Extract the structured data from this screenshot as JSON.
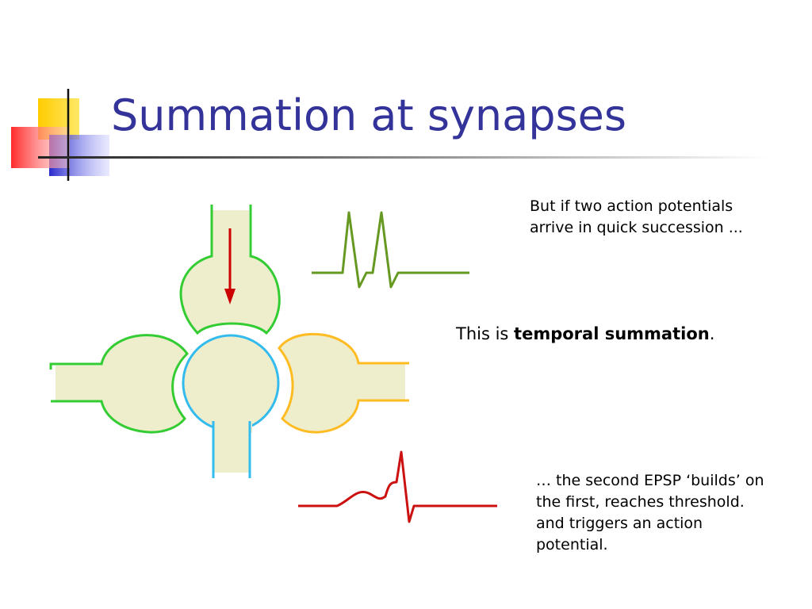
{
  "title": "Summation at synapses",
  "text_top": {
    "line1": "But if two action potentials",
    "line2": "arrive in quick succession ..."
  },
  "text_mid": {
    "prefix": "This is ",
    "emphasis": "temporal summation",
    "suffix": "."
  },
  "text_bottom": {
    "line1": "… the second EPSP ‘builds’ on",
    "line2": "the first, reaches threshold.",
    "line3": "and triggers an action",
    "line4": "potential."
  },
  "colors": {
    "title": "#333399",
    "presynaptic_top": "#33cc33",
    "presynaptic_left": "#33cc33",
    "presynaptic_right": "#ffbb22",
    "postsynaptic": "#33bbee",
    "neuron_fill": "#eeeecc",
    "arrow": "#cc0000",
    "trace_input": "#669922",
    "trace_output": "#cc1111",
    "deco_yellow": "#ffcc00",
    "deco_red": "#ff3333",
    "deco_blue": "#3333cc"
  },
  "icons": {
    "arrow": "down-arrow-icon"
  }
}
